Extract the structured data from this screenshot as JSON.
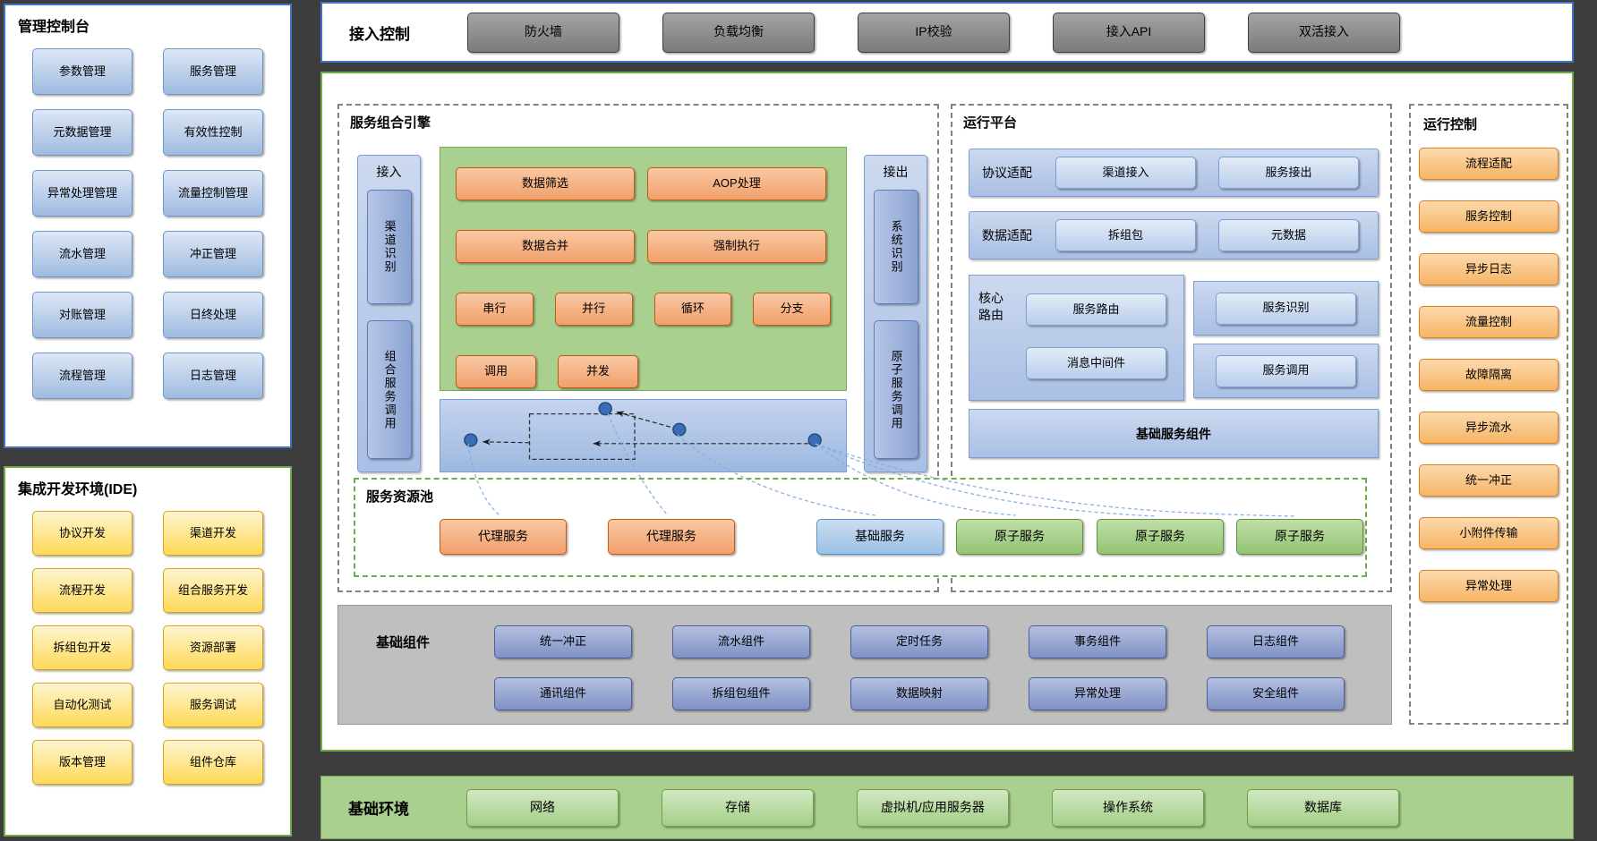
{
  "palette": {
    "console_border": "#4472c4",
    "ide_border": "#70ad47",
    "main_border": "#70ad47",
    "orange_accent": "#ed7d31",
    "green_accent": "#a9d08e",
    "blue_accent": "#8faadc",
    "yellow_accent": "#ffd966",
    "gray_accent": "#808080"
  },
  "management_console": {
    "title": "管理控制台",
    "items": [
      "参数管理",
      "服务管理",
      "元数据管理",
      "有效性控制",
      "异常处理管理",
      "流量控制管理",
      "流水管理",
      "冲正管理",
      "对账管理",
      "日终处理",
      "流程管理",
      "日志管理"
    ]
  },
  "ide": {
    "title": "集成开发环境(IDE)",
    "items": [
      "协议开发",
      "渠道开发",
      "流程开发",
      "组合服务开发",
      "拆组包开发",
      "资源部署",
      "自动化测试",
      "服务调试",
      "版本管理",
      "组件仓库"
    ]
  },
  "access_control": {
    "title": "接入控制",
    "items": [
      "防火墙",
      "负载均衡",
      "IP校验",
      "接入API",
      "双活接入"
    ]
  },
  "service_composition_engine": {
    "title": "服务组合引擎",
    "inbound": {
      "label": "接入",
      "buttons": [
        "渠道识别",
        "组合服务调用"
      ]
    },
    "outbound": {
      "label": "接出",
      "buttons": [
        "系统识别",
        "原子服务调用"
      ]
    },
    "orchestration": {
      "row1": [
        "数据筛选",
        "AOP处理"
      ],
      "row2": [
        "数据合并",
        "强制执行"
      ],
      "row3": [
        "串行",
        "并行",
        "循环",
        "分支"
      ],
      "row4": [
        "调用",
        "并发"
      ]
    }
  },
  "runtime_platform": {
    "title": "运行平台",
    "protocol_adaptation": {
      "label": "协议适配",
      "buttons": [
        "渠道接入",
        "服务接出"
      ]
    },
    "data_adaptation": {
      "label": "数据适配",
      "buttons": [
        "拆组包",
        "元数据"
      ]
    },
    "core_routing": {
      "label": "核心路由",
      "buttons": [
        "服务路由",
        "消息中间件"
      ]
    },
    "service_identify": "服务识别",
    "service_invoke": "服务调用",
    "base_services_bar": "基础服务组件"
  },
  "service_resource_pool": {
    "title": "服务资源池",
    "items": [
      {
        "label": "代理服务",
        "type": "proxy"
      },
      {
        "label": "代理服务",
        "type": "proxy"
      },
      {
        "label": "基础服务",
        "type": "base"
      },
      {
        "label": "原子服务",
        "type": "atomic"
      },
      {
        "label": "原子服务",
        "type": "atomic"
      },
      {
        "label": "原子服务",
        "type": "atomic"
      }
    ]
  },
  "base_components": {
    "title": "基础组件",
    "row1": [
      "统一冲正",
      "流水组件",
      "定时任务",
      "事务组件",
      "日志组件"
    ],
    "row2": [
      "通讯组件",
      "拆组包组件",
      "数据映射",
      "异常处理",
      "安全组件"
    ]
  },
  "runtime_control": {
    "title": "运行控制",
    "items": [
      "流程适配",
      "服务控制",
      "异步日志",
      "流量控制",
      "故障隔离",
      "异步流水",
      "统一冲正",
      "小附件传输",
      "异常处理"
    ]
  },
  "base_environment": {
    "title": "基础环境",
    "items": [
      "网络",
      "存储",
      "虚拟机/应用服务器",
      "操作系统",
      "数据库"
    ]
  }
}
